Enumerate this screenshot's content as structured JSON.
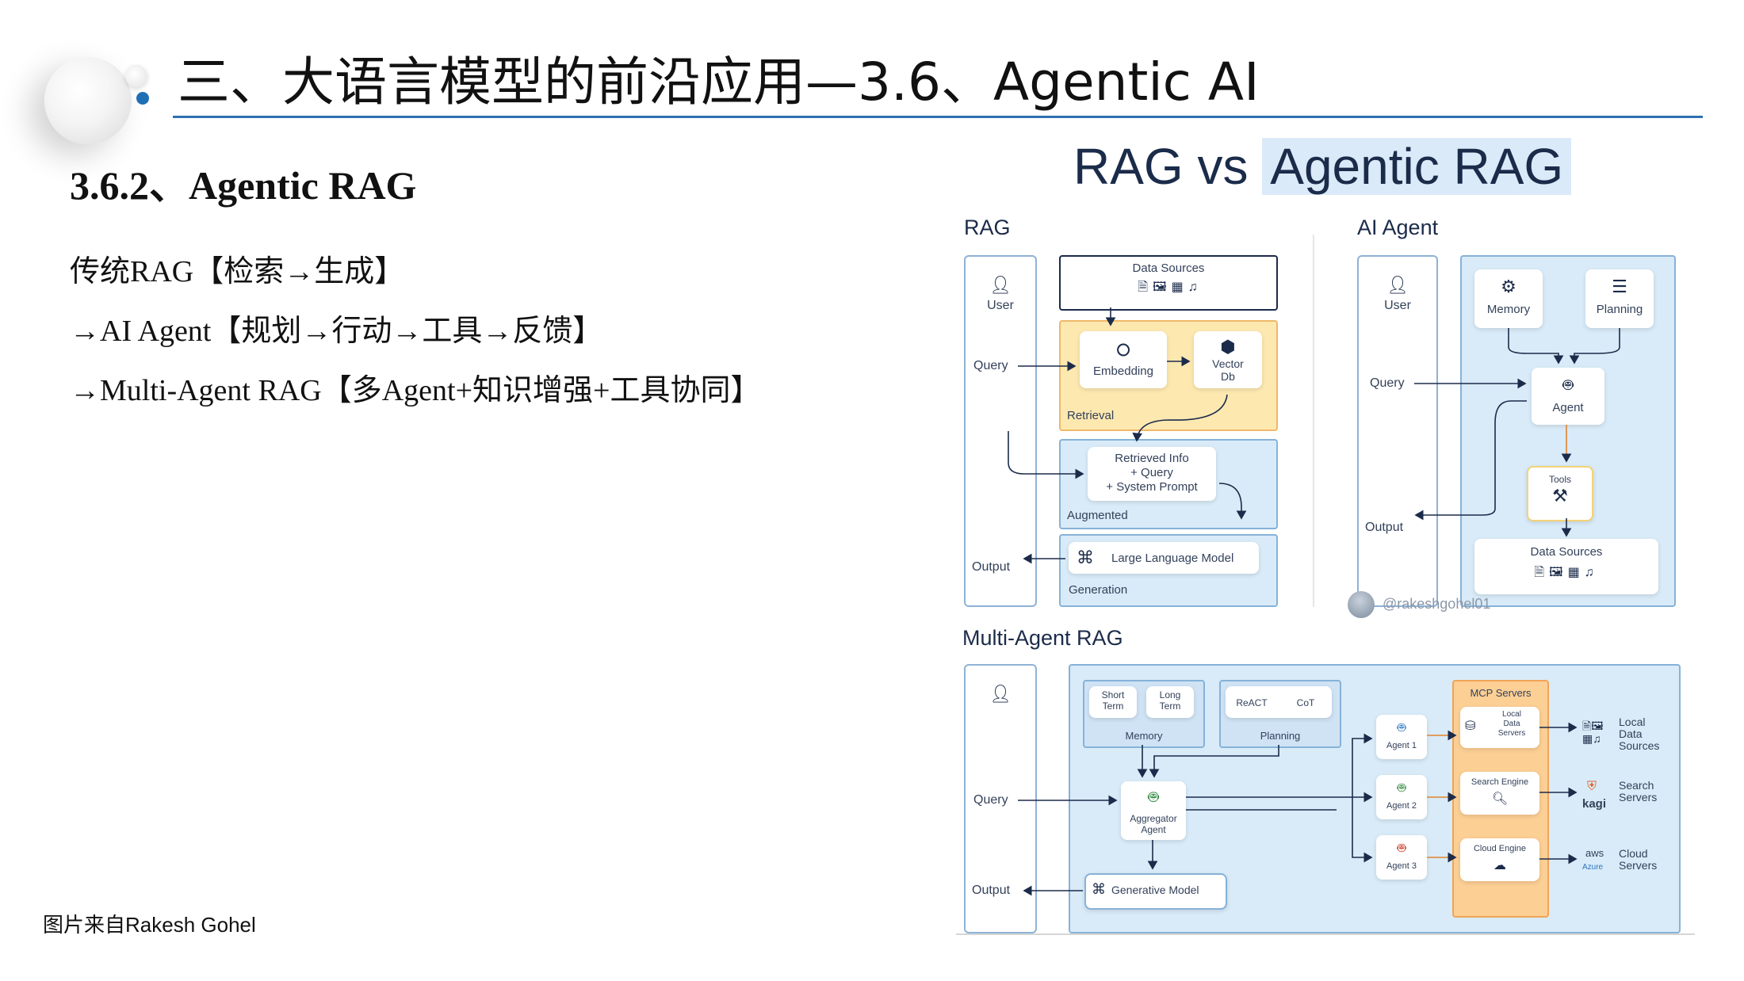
{
  "slide": {
    "title": "三、大语言模型的前沿应用—3.6、Agentic AI",
    "subtitle": "3.6.2、Agentic RAG",
    "lines": [
      "传统RAG【检索→生成】",
      "→AI Agent【规划→行动→工具→反馈】",
      "→Multi-Agent RAG【多Agent+知识增强+工具协同】"
    ],
    "credit": "图片来自Rakesh Gohel"
  },
  "figure": {
    "title_a": "RAG vs ",
    "title_b": "Agentic RAG",
    "rag": {
      "heading": "RAG",
      "user": "User",
      "query": "Query",
      "output": "Output",
      "data_sources": "Data Sources",
      "embedding": "Embedding",
      "vector_db_1": "Vector",
      "vector_db_2": "Db",
      "retrieval": "Retrieval",
      "aug_1": "Retrieved Info",
      "aug_2": "+ Query",
      "aug_3": "+ System Prompt",
      "augmented": "Augmented",
      "llm": "Large Language Model",
      "generation": "Generation"
    },
    "agent": {
      "heading": "AI Agent",
      "user": "User",
      "query": "Query",
      "output": "Output",
      "memory": "Memory",
      "planning": "Planning",
      "agent": "Agent",
      "tools": "Tools",
      "data_sources": "Data Sources",
      "handle": "@rakeshgohel01"
    },
    "multi": {
      "heading": "Multi-Agent RAG",
      "query": "Query",
      "output": "Output",
      "short_term_1": "Short",
      "short_term_2": "Term",
      "long_term_1": "Long",
      "long_term_2": "Term",
      "memory": "Memory",
      "react": "ReACT",
      "cot": "CoT",
      "planning": "Planning",
      "aggregator_1": "Aggregator",
      "aggregator_2": "Agent",
      "generative_model": "Generative Model",
      "agent_1": "Agent 1",
      "agent_2": "Agent 2",
      "agent_3": "Agent 3",
      "mcp_servers": "MCP Servers",
      "local_1": "Local",
      "local_2": "Data",
      "local_3": "Servers",
      "search_engine": "Search Engine",
      "cloud_engine": "Cloud Engine",
      "ext_local_1": "Local",
      "ext_local_2": "Data",
      "ext_local_3": "Sources",
      "ext_search_1": "Search",
      "ext_search_2": "Servers",
      "ext_cloud_1": "Cloud",
      "ext_cloud_2": "Servers",
      "kagi": "kagi",
      "aws": "aws",
      "azure": "Azure"
    }
  },
  "colors": {
    "accent_blue": "#1f6fb5",
    "panel_blue": "#d9ebf8",
    "panel_yellow": "#fde8b0",
    "panel_orange": "#fccf94",
    "line": "#1b2b4a"
  }
}
